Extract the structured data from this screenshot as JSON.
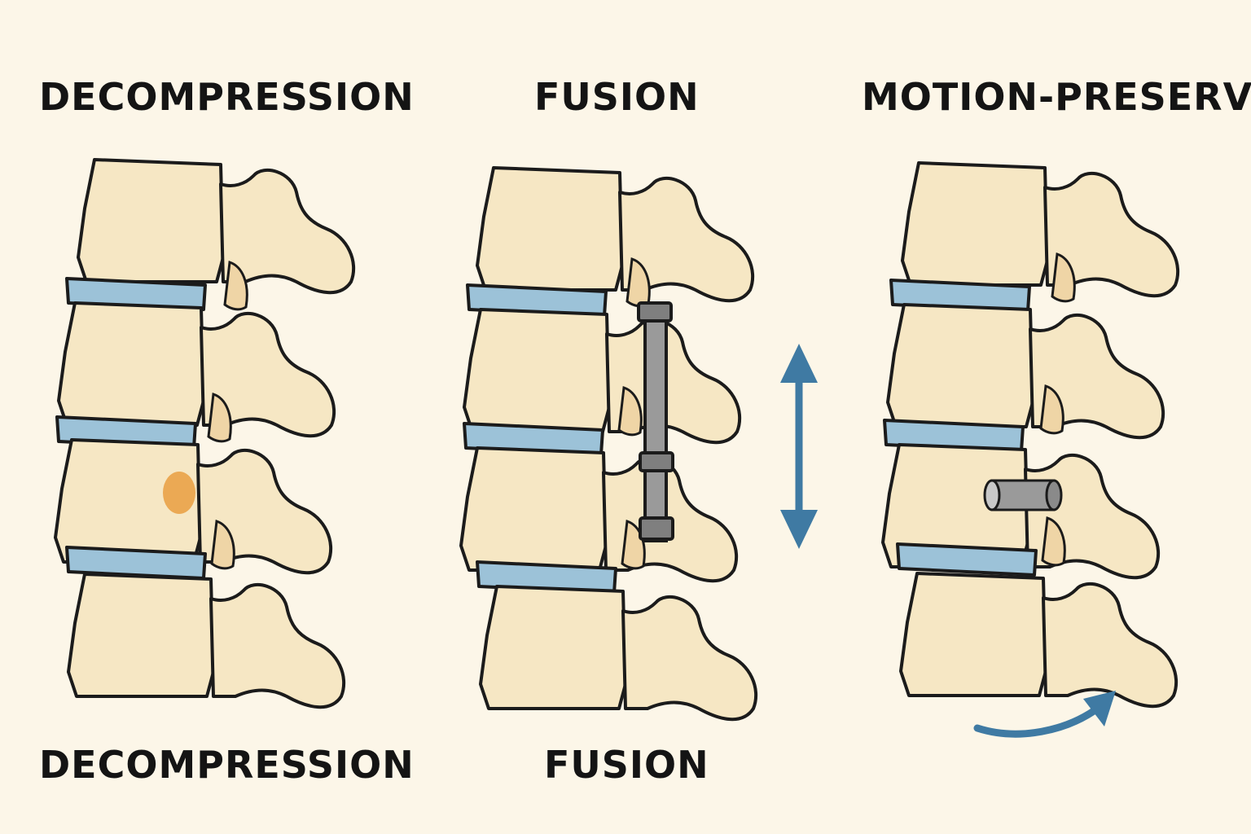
{
  "labels": {
    "decompression_top": "DECOMPRESSION",
    "fusion_top": "FUSION",
    "motion_top": "MOTION-PRESERVIN",
    "decompression_bottom": "DECOMPRESSION",
    "fusion_bottom": "FUSION"
  },
  "colors": {
    "background": "#fcf6e8",
    "bone": "#f6e7c4",
    "bone_shadow": "#efd5a6",
    "disc": "#9cc2d8",
    "outline": "#1b1b1b",
    "rod": "#9a9a9a",
    "arrow": "#3f7aa3",
    "lesion": "#eba954"
  },
  "icons": {
    "fusion_arrow": "double-headed-vertical-arrow",
    "motion_arrow": "curved-arrow"
  }
}
